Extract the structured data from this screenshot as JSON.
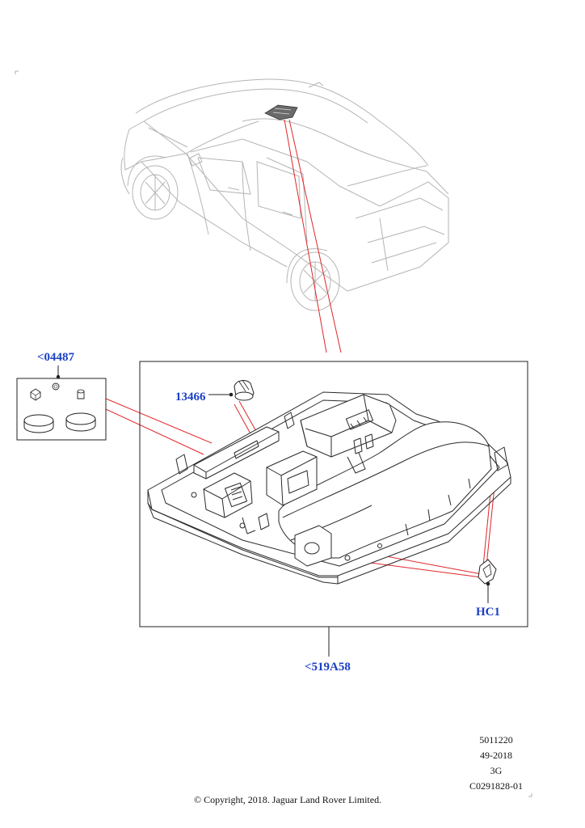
{
  "callouts": {
    "kit": "<04487",
    "bulb": "13466",
    "clip": "HC1",
    "console": "<519A58"
  },
  "meta": {
    "line1": "5011220",
    "line2": "49-2018",
    "line3": "3G",
    "line4": "C0291828-01"
  },
  "copyright": "© Copyright, 2018. Jaguar Land Rover Limited.",
  "colors": {
    "callout": "#1a3fc4",
    "leader": "#e0262b",
    "line": "#2a2a2a",
    "ghost": "#b8b8b8"
  }
}
